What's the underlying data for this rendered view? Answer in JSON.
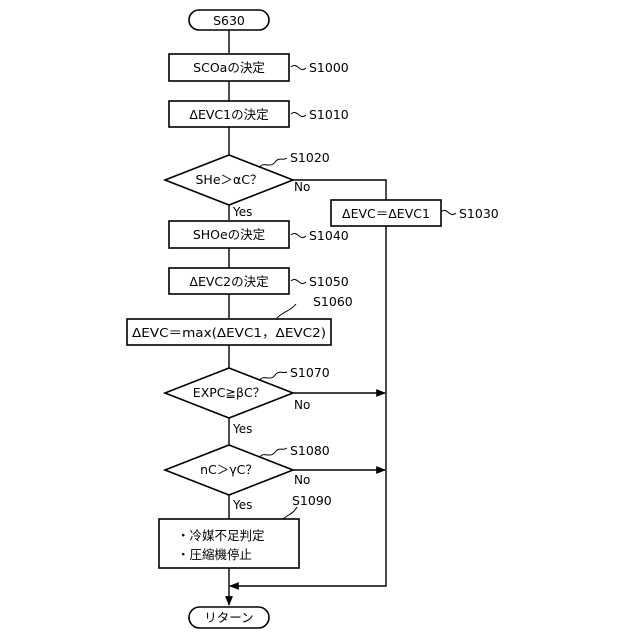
{
  "start": "S630",
  "end": "リターン",
  "steps": {
    "s1000": {
      "id": "S1000",
      "text": "SCOaの決定"
    },
    "s1010": {
      "id": "S1010",
      "text": "ΔEVC1の決定"
    },
    "s1020": {
      "id": "S1020",
      "text": "SHe＞αC？"
    },
    "s1030": {
      "id": "S1030",
      "text": "ΔEVC＝ΔEVC1"
    },
    "s1040": {
      "id": "S1040",
      "text": "SHOeの決定"
    },
    "s1050": {
      "id": "S1050",
      "text": "ΔEVC2の決定"
    },
    "s1060": {
      "id": "S1060",
      "text": "ΔEVC＝max(ΔEVC1，ΔEVC2)"
    },
    "s1070": {
      "id": "S1070",
      "text": "EXPC≧βC？"
    },
    "s1080": {
      "id": "S1080",
      "text": "nC＞γC？"
    },
    "s1090": {
      "id": "S1090",
      "lines": [
        "・冷媒不足判定",
        "・圧縮機停止"
      ]
    }
  },
  "branch": {
    "yes": "Yes",
    "no": "No"
  }
}
